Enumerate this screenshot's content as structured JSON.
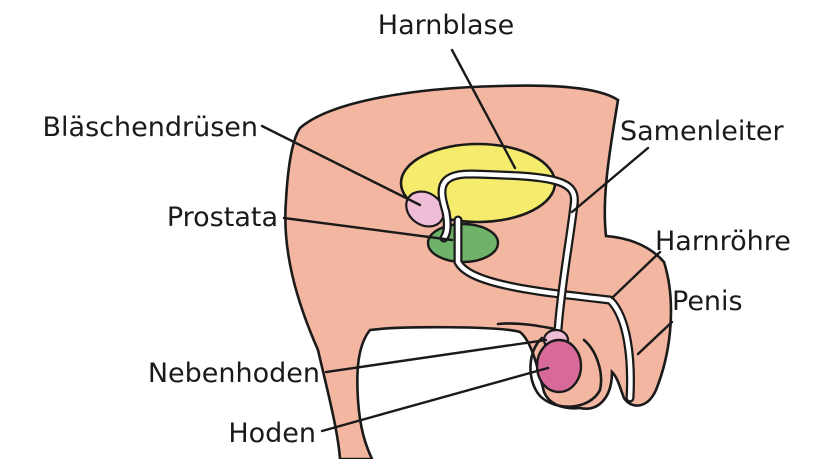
{
  "labels": {
    "harnblase": "Harnblase",
    "blaeschendruesen": "Bläschendrüsen",
    "samenleiter": "Samenleiter",
    "prostata": "Prostata",
    "harnroehre": "Harnröhre",
    "penis": "Penis",
    "nebenhoden": "Nebenhoden",
    "hoden": "Hoden"
  },
  "colors": {
    "body": "#f2b6a1",
    "bladder": "#f5ec6e",
    "seminal_vesicle": "#f0bdd6",
    "prostate": "#6fb26a",
    "testis": "#d86a9a",
    "duct": "#ffffff",
    "outline": "#1a1a1a"
  }
}
